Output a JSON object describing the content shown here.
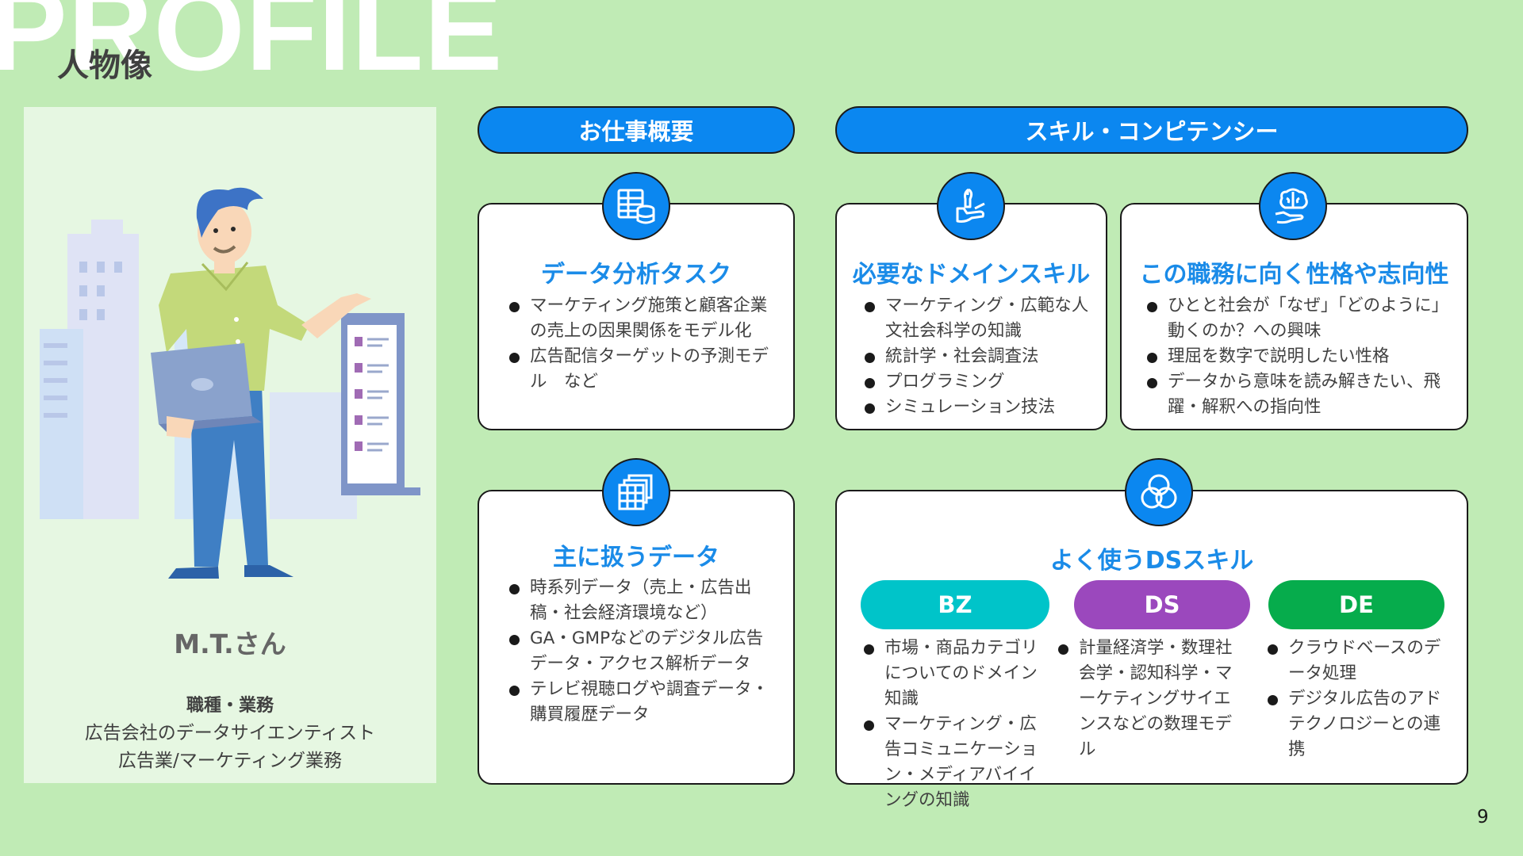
{
  "header": {
    "bg_word": "PROFILE",
    "title": "人物像"
  },
  "profile": {
    "name": "M.T.さん",
    "job_label": "職種・業務",
    "job_lines": [
      "広告会社のデータサイエンティスト",
      "広告業/マーケティング業務"
    ]
  },
  "sections": {
    "overview": "お仕事概要",
    "skills": "スキル・コンピテンシー"
  },
  "cards": {
    "analysis": {
      "icon": "database-table-icon",
      "title": "データ分析タスク",
      "items": [
        "マーケティング施策と顧客企業の売上の因果関係をモデル化",
        "広告配信ターゲットの予測モデル　など"
      ]
    },
    "data": {
      "icon": "stacked-tables-icon",
      "title": "主に扱うデータ",
      "items": [
        "時系列データ（売上・広告出稿・社会経済環境など）",
        "GA・GMPなどのデジタル広告データ・アクセス解析データ",
        "テレビ視聴ログや調査データ・購買履歴データ"
      ]
    },
    "domain": {
      "icon": "hand-wrench-icon",
      "title": "必要なドメインスキル",
      "items": [
        "マーケティング・広範な人文社会科学の知識",
        "統計学・社会調査法",
        "プログラミング",
        "シミュレーション技法"
      ]
    },
    "personality": {
      "icon": "brain-hand-icon",
      "title": "この職務に向く性格や志向性",
      "items": [
        "ひとと社会が「なぜ」「どのように」動くのか？への興味",
        "理屈を数字で説明したい性格",
        "データから意味を読み解きたい、飛躍・解釈への指向性"
      ]
    },
    "ds": {
      "icon": "venn-circles-icon",
      "title": "よく使うDSスキル",
      "columns": [
        {
          "label": "BZ",
          "color": "#00c4c9",
          "items": [
            "市場・商品カテゴリについてのドメイン知識",
            "マーケティング・広告コミュニケーション・メディアバイイングの知識"
          ]
        },
        {
          "label": "DS",
          "color": "#9b48bd",
          "items": [
            "計量経済学・数理社会学・認知科学・マーケティングサイエンスなどの数理モデル"
          ]
        },
        {
          "label": "DE",
          "color": "#06ac4c",
          "items": [
            "クラウドベースのデータ処理",
            "デジタル広告のアドテクノロジーとの連携"
          ]
        }
      ]
    }
  },
  "page_number": "9"
}
